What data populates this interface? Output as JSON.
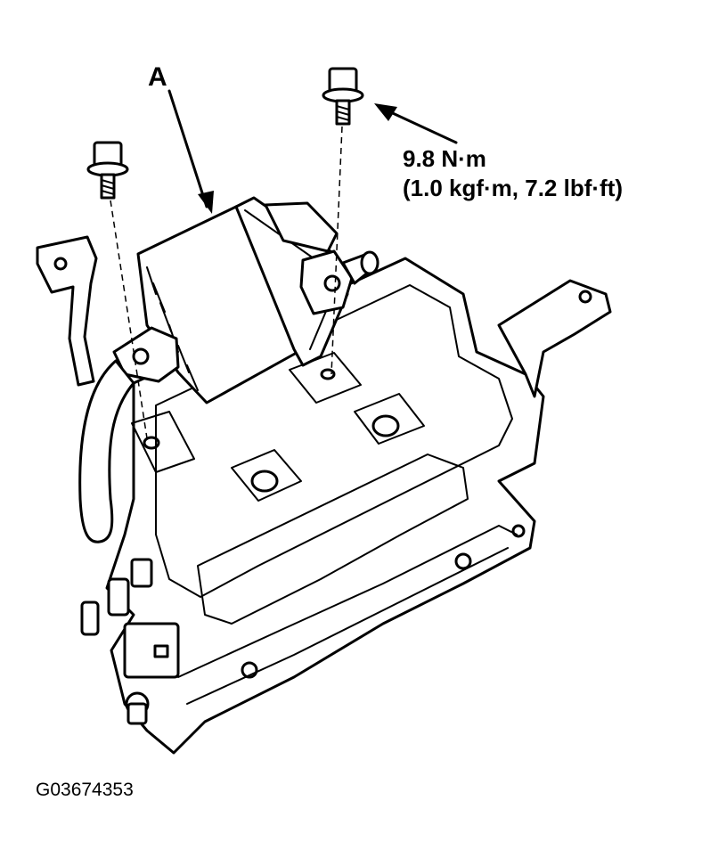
{
  "labels": {
    "callout_a": "A",
    "torque_metric": "9.8 N·m",
    "torque_imperial": "(1.0 kgf·m, 7.2 lbf·ft)"
  },
  "figure_id": "G03674353",
  "colors": {
    "line": "#000000",
    "background": "#ffffff"
  }
}
